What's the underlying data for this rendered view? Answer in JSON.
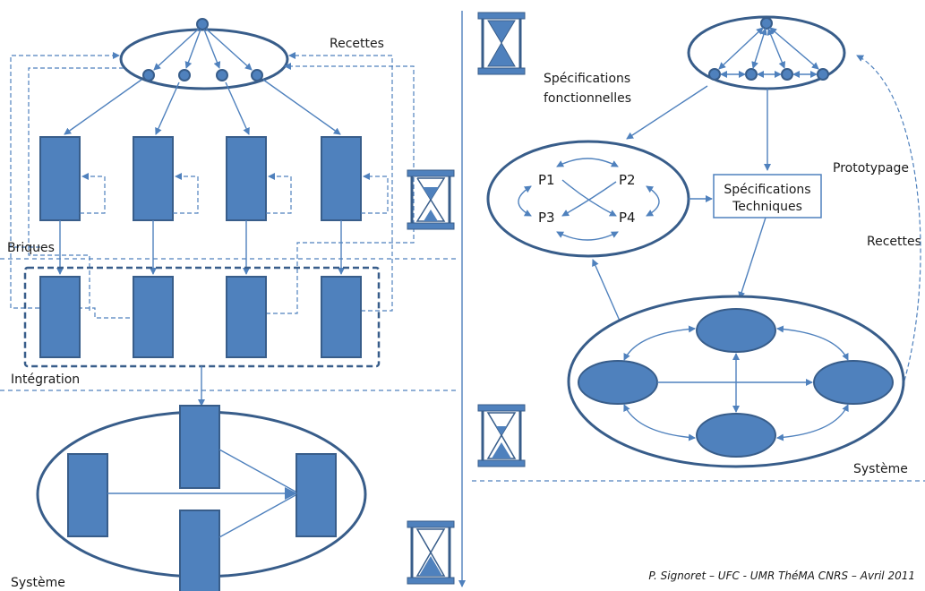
{
  "labels": {
    "recettes_left": "Recettes",
    "briques": "Briques",
    "integration": "Intégration",
    "systeme_left": "Système",
    "spec_fonc_1": "Spécifications",
    "spec_fonc_2": "fonctionnelles",
    "spec_tech_1": "Spécifications",
    "spec_tech_2": "Techniques",
    "prototypage": "Prototypage",
    "recettes_right": "Recettes",
    "systeme_right": "Système",
    "p1": "P1",
    "p2": "P2",
    "p3": "P3",
    "p4": "P4"
  },
  "footer": "P. Signoret – UFC - UMR ThéMA CNRS – Avril 2011",
  "colors": {
    "fill": "#4f81bd",
    "stroke": "#385d8a",
    "line": "#4f81bd"
  },
  "icons": [
    "hourglass-icon",
    "hourglass-icon",
    "hourglass-icon",
    "hourglass-icon"
  ]
}
